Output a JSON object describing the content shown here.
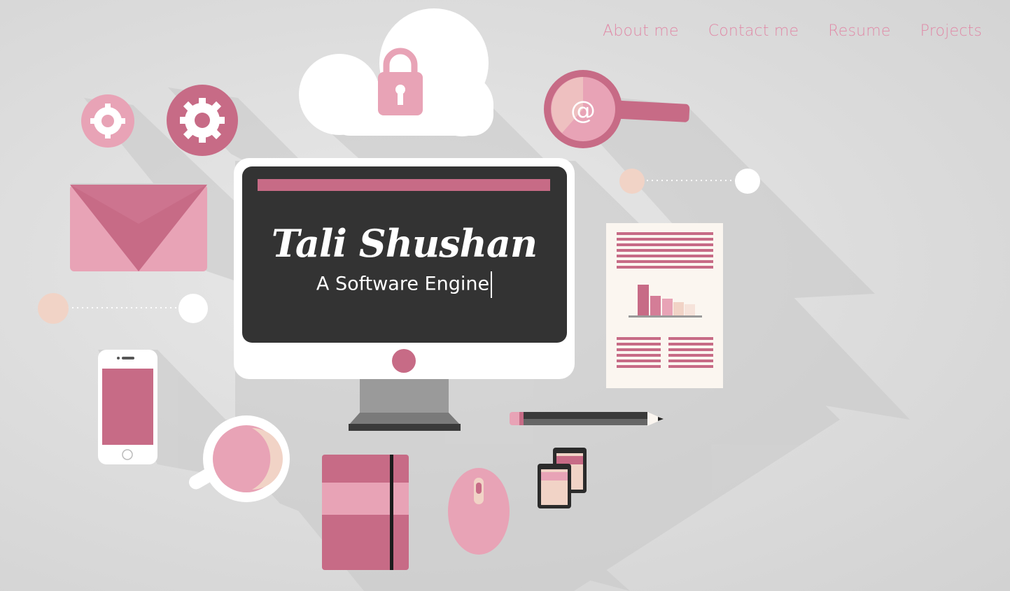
{
  "nav": {
    "items": [
      {
        "label": "About me"
      },
      {
        "label": "Contact me"
      },
      {
        "label": "Resume"
      },
      {
        "label": "Projects"
      }
    ]
  },
  "hero": {
    "name": "Tali Shushan",
    "subtitle": "A Software Engine"
  },
  "colors": {
    "accent": "#e08aa7",
    "pink_dark": "#c76b86",
    "pink_light": "#e8a3b6",
    "peach": "#f1d3c6",
    "screen": "#333333",
    "white": "#ffffff",
    "shadow": "#c4c4c4"
  },
  "icons": [
    "gear-icon",
    "cloud-lock-icon",
    "magnifier-at-icon",
    "envelope-icon",
    "document-chart-icon",
    "phone-icon",
    "mug-icon",
    "notebook-icon",
    "mouse-icon",
    "pencil-icon",
    "sd-cards-icon",
    "monitor-icon"
  ]
}
